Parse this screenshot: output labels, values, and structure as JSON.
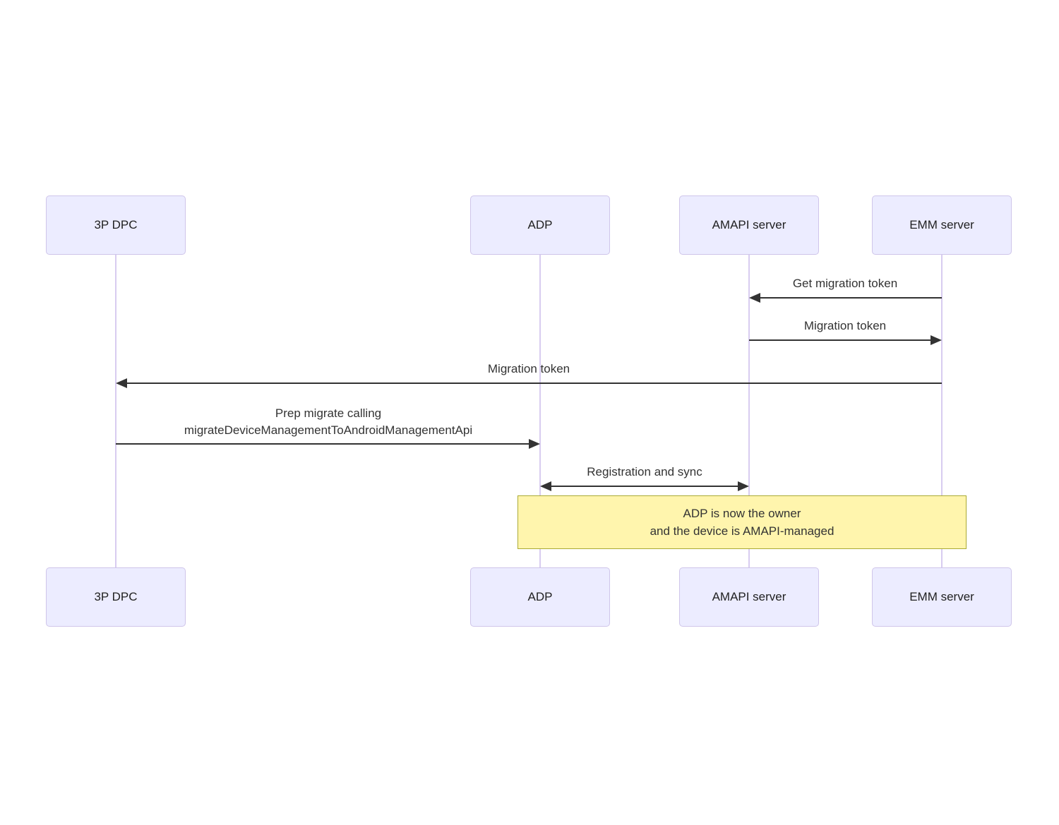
{
  "diagram_type": "sequence-diagram",
  "actors": {
    "dpc": {
      "label": "3P DPC"
    },
    "adp": {
      "label": "ADP"
    },
    "amapi": {
      "label": "AMAPI server"
    },
    "emm": {
      "label": "EMM server"
    }
  },
  "messages": {
    "get_migration_token": {
      "label": "Get migration token",
      "from": "EMM server",
      "to": "AMAPI server"
    },
    "migration_token_to_emm": {
      "label": "Migration token",
      "from": "AMAPI server",
      "to": "EMM server"
    },
    "migration_token_to_dpc": {
      "label": "Migration token",
      "from": "EMM server",
      "to": "3P DPC"
    },
    "prep_migrate": {
      "line1": "Prep migrate calling",
      "line2": "migrateDeviceManagementToAndroidManagementApi",
      "from": "3P DPC",
      "to": "ADP"
    },
    "registration_sync": {
      "label": "Registration and sync",
      "from": "ADP",
      "to": "AMAPI server",
      "bidirectional": true
    }
  },
  "note": {
    "line1": "ADP is now the owner",
    "line2": "and the device is AMAPI-managed"
  },
  "colors": {
    "actor_fill": "#ECECFF",
    "actor_border": "#cfc5ea",
    "lifeline": "#d8ccf0",
    "message_line": "#333333",
    "message_text": "#333333",
    "note_fill": "#fff5ad",
    "note_border": "#aaaa33"
  }
}
